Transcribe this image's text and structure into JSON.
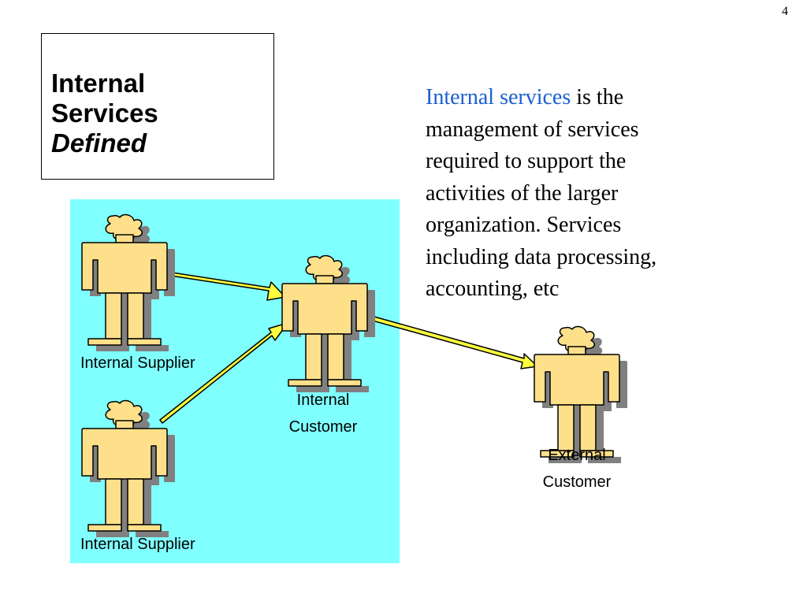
{
  "page_number": "4",
  "title": {
    "line1": "Internal",
    "line2": "Services",
    "line3": "Defined"
  },
  "definition": {
    "highlight": "Internal services",
    "line1_rest": " is the",
    "line2": "management of services",
    "line3": "required to support the",
    "line4": "activities of the larger",
    "line5": "organization.  Services",
    "line6": "including data processing,",
    "line7": "accounting, etc"
  },
  "nodes": {
    "supplier_top": "Internal Supplier",
    "supplier_bottom": "Internal Supplier",
    "internal_customer": {
      "line1": "Internal",
      "line2": "Customer"
    },
    "external_customer": {
      "line1": "External",
      "line2": "Customer"
    }
  },
  "colors": {
    "panel": "#80ffff",
    "figure_fill": "#ffe08a",
    "figure_shadow": "#808080",
    "arrow_fill": "#ffff40",
    "highlight_text": "#1a5fd0"
  }
}
